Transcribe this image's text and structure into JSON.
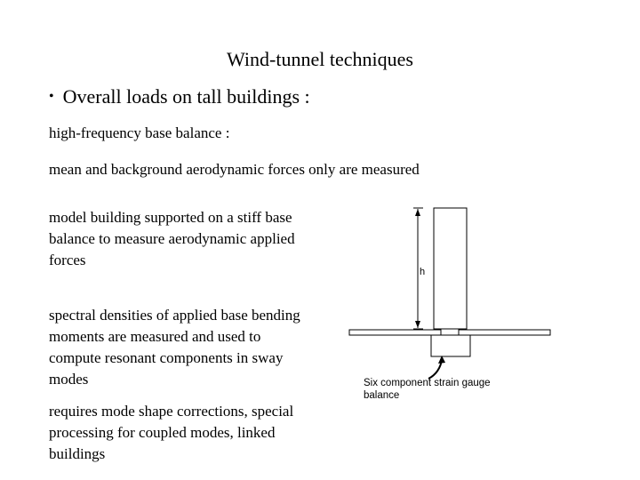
{
  "slide": {
    "title": "Wind-tunnel techniques",
    "bullet": "Overall loads on tall buildings :",
    "subheading": "high-frequency base balance :",
    "summary": "mean and background aerodynamic forces only are measured",
    "paragraphs": [
      "model building supported on a stiff base balance to measure aerodynamic applied forces",
      "spectral densities of applied base bending moments are measured and used to compute resonant components in sway modes",
      "requires mode shape corrections, special processing for coupled modes, linked buildings"
    ]
  },
  "diagram": {
    "height_label": "h",
    "caption": "Six component  strain gauge balance"
  }
}
